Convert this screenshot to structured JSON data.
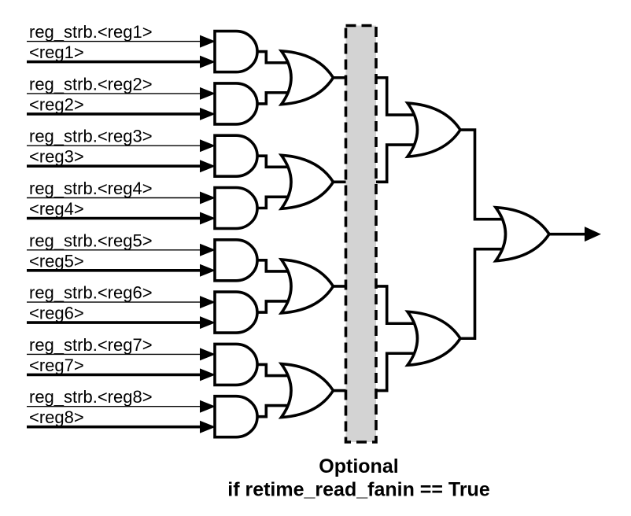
{
  "diagram": {
    "title_semantic": "register strobe read fan-in gate tree",
    "colors": {
      "background": "#ffffff",
      "stroke": "#000000",
      "gate_fill": "#ffffff",
      "optional_region_fill": "#d3d3d3"
    },
    "inputs": [
      {
        "strobe": "reg_strb.<reg1>",
        "value": "<reg1>"
      },
      {
        "strobe": "reg_strb.<reg2>",
        "value": "<reg2>"
      },
      {
        "strobe": "reg_strb.<reg3>",
        "value": "<reg3>"
      },
      {
        "strobe": "reg_strb.<reg4>",
        "value": "<reg4>"
      },
      {
        "strobe": "reg_strb.<reg5>",
        "value": "<reg5>"
      },
      {
        "strobe": "reg_strb.<reg6>",
        "value": "<reg6>"
      },
      {
        "strobe": "reg_strb.<reg7>",
        "value": "<reg7>"
      },
      {
        "strobe": "reg_strb.<reg8>",
        "value": "<reg8>"
      }
    ],
    "gate_counts": {
      "and_stage": 8,
      "or_stage2": 4,
      "or_stage3": 2,
      "or_final": 1
    },
    "caption": {
      "line1": "Optional",
      "line2": "if retime_read_fanin == True"
    }
  }
}
